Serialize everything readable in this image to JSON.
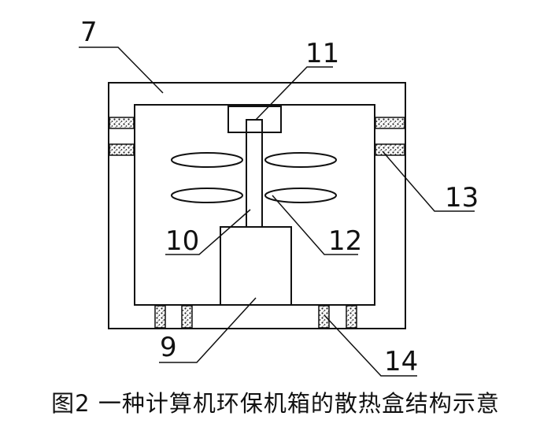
{
  "figure": {
    "caption": "图2 一种计算机环保机箱的散热盒结构示意",
    "labels": {
      "l7": "7",
      "l9": "9",
      "l10": "10",
      "l11": "11",
      "l12": "12",
      "l13": "13",
      "l14": "14"
    }
  }
}
